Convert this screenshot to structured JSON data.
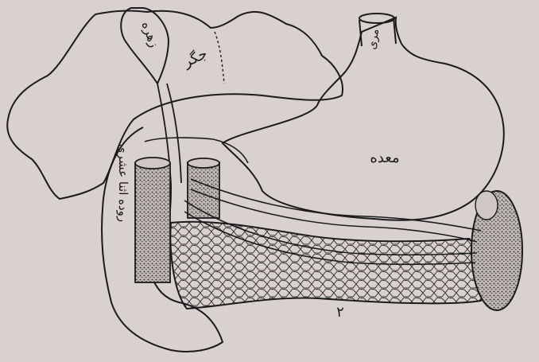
{
  "figure": {
    "background": "#d9d1cf",
    "ink": "#1b1b1b",
    "labels": {
      "gallbladder": "زهره",
      "liver": "جگر",
      "esophagus": "مری",
      "stomach": "معده",
      "duodenum": "روده اثنا عشری",
      "pancreas_number": "۲"
    }
  }
}
